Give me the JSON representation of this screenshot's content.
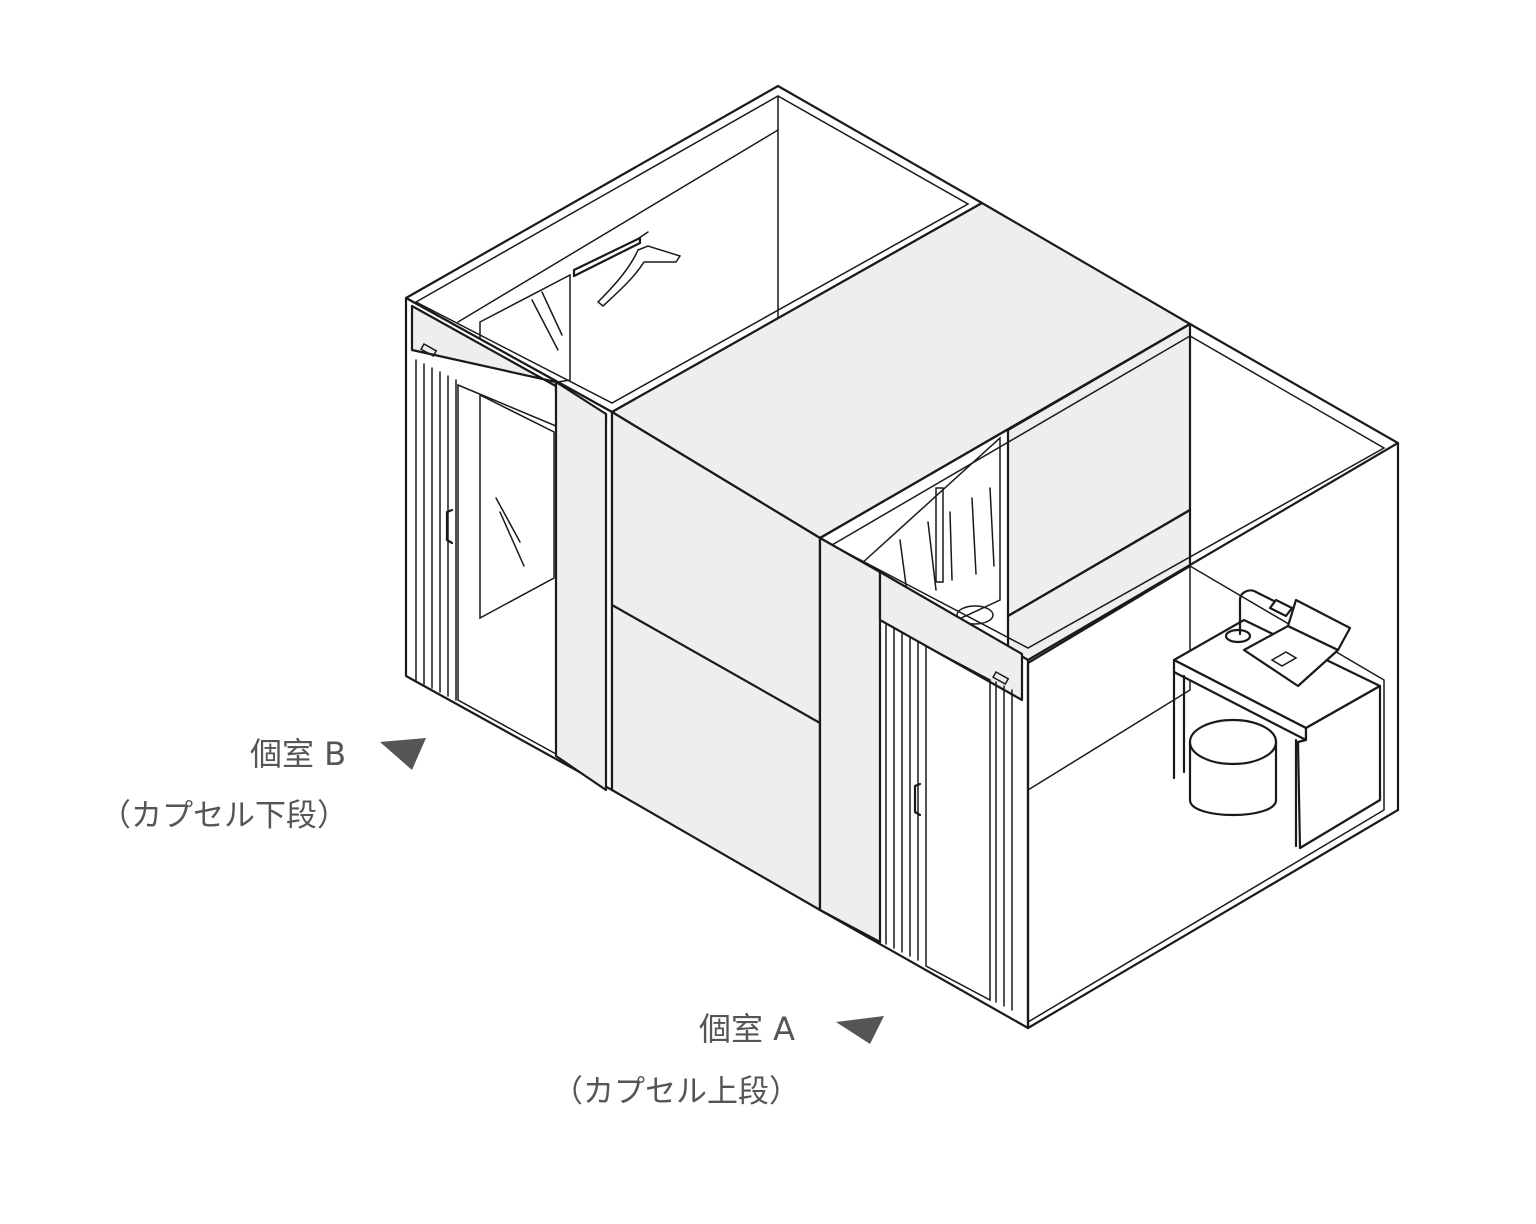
{
  "labels": {
    "room_b": "個室 B",
    "room_b_sub": "（カプセル下段）",
    "room_a": "個室 A",
    "room_a_sub": "（カプセル上段）"
  },
  "colors": {
    "line": "#1a1a1a",
    "panel_fill": "#efeeec",
    "label_text": "#555555",
    "arrow": "#555555"
  }
}
